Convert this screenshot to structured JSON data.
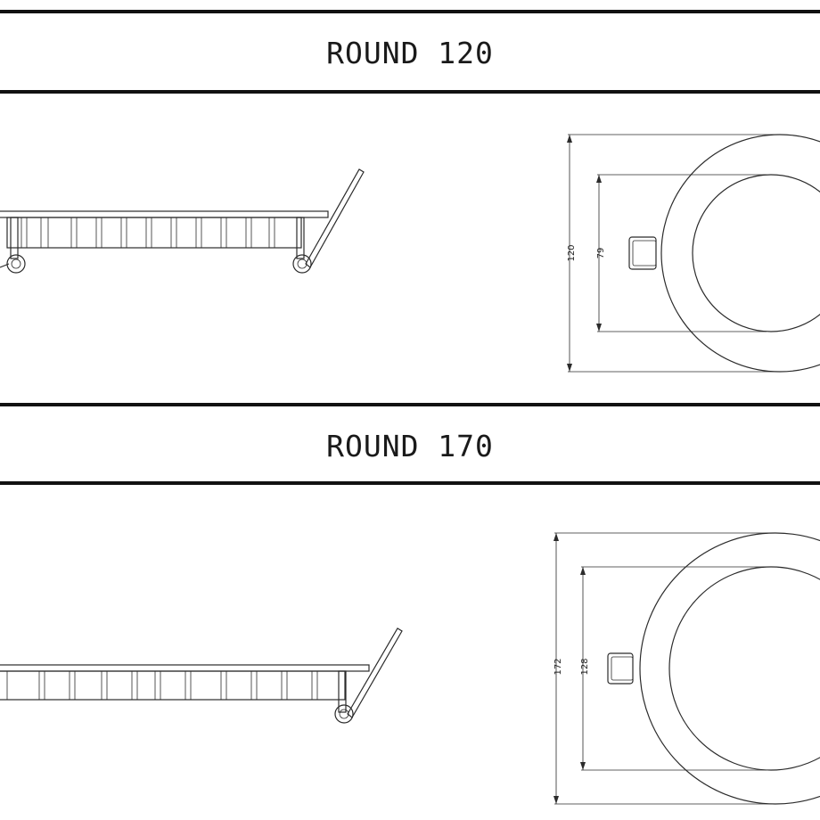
{
  "sections": [
    {
      "title": "ROUND 120",
      "outer_dim": "120",
      "inner_dim": "79"
    },
    {
      "title": "ROUND 170",
      "outer_dim": "172",
      "inner_dim": "128"
    }
  ],
  "colors": {
    "line": "#2b2b2b",
    "rule": "#111111",
    "background": "#ffffff"
  }
}
